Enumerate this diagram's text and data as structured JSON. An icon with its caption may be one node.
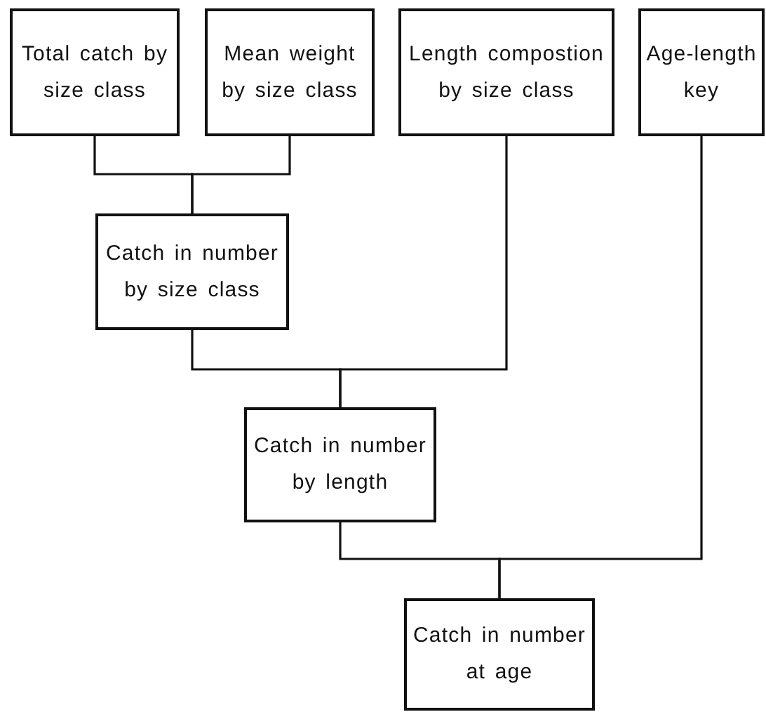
{
  "diagram": {
    "nodes": [
      {
        "text": [
          "Total catch by size class"
        ]
      },
      {
        "text": [
          "Mean weight by size class"
        ]
      },
      {
        "text": [
          "Length compostion by size class"
        ]
      },
      {
        "text": [
          "Age-length key"
        ]
      },
      {
        "text": [
          "Catch in number by size class"
        ]
      },
      {
        "text": [
          "Catch in number by length"
        ]
      },
      {
        "text": [
          "Catch in number at age"
        ]
      }
    ],
    "edges": [
      {
        "from": 0,
        "to": 4,
        "arrow": "none"
      },
      {
        "from": 1,
        "to": 4,
        "arrow": "none"
      },
      {
        "from": 4,
        "to": 5,
        "arrow": "none"
      },
      {
        "from": 2,
        "to": 5,
        "arrow": "none"
      },
      {
        "from": 5,
        "to": 6,
        "arrow": "none"
      },
      {
        "from": 3,
        "to": 6,
        "arrow": "none"
      }
    ]
  }
}
